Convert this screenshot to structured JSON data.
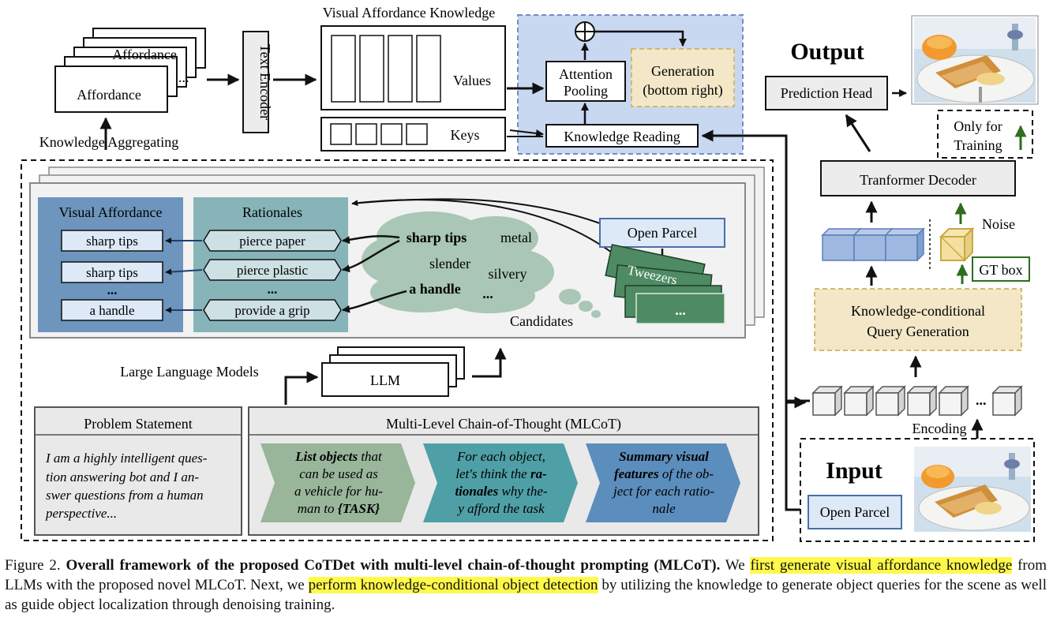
{
  "knowledge": {
    "affordance_card": "Affordance",
    "affordance_card_back": "Affordance",
    "ellipsis": "...",
    "aggregating": "Knowledge Aggregating",
    "text_encoder": "Text Encoder",
    "vak_title": "Visual Affordance Knowledge",
    "values": "Values",
    "keys": "Keys",
    "attention_pooling_1": "Attention",
    "attention_pooling_2": "Pooling",
    "generation_1": "Generation",
    "generation_2": "(bottom right)",
    "knowledge_reading": "Knowledge Reading"
  },
  "lower": {
    "visual_affordance_title": "Visual Affordance",
    "visual_affordance_items": [
      "sharp tips",
      "sharp tips",
      "...",
      "a handle"
    ],
    "rationales_title": "Rationales",
    "rationale_items": [
      "pierce paper",
      "pierce plastic",
      "...",
      "provide a grip"
    ],
    "cloud_words": {
      "sharp_tips": "sharp tips",
      "metal": "metal",
      "slender": "slender",
      "silvery": "silvery",
      "a_handle": "a handle",
      "dots": "..."
    },
    "open_parcel": "Open Parcel",
    "tweezers": "Tweezers",
    "card_dots": "...",
    "candidates": "Candidates",
    "llm_label": "Large Language Models",
    "llm": "LLM",
    "problem_title": "Problem Statement",
    "problem_text": [
      "I am a highly intelligent ques-",
      "tion answering bot and I an-",
      "swer questions from a human",
      "perspective..."
    ],
    "mlcot_title": "Multi-Level Chain-of-Thought (MLCoT)",
    "step1": [
      {
        "parts": [
          {
            "t": "List objects",
            "b": true
          },
          {
            "t": " that",
            "b": false
          }
        ]
      },
      {
        "parts": [
          {
            "t": "can be used as",
            "b": false
          }
        ]
      },
      {
        "parts": [
          {
            "t": "a vehicle for hu-",
            "b": false
          }
        ]
      },
      {
        "parts": [
          {
            "t": "man to ",
            "b": false
          },
          {
            "t": "{TASK}",
            "b": true
          }
        ]
      }
    ],
    "step2": [
      {
        "parts": [
          {
            "t": "For each object,",
            "b": false
          }
        ]
      },
      {
        "parts": [
          {
            "t": "let's think the ",
            "b": false
          },
          {
            "t": "ra-",
            "b": true
          }
        ]
      },
      {
        "parts": [
          {
            "t": "tionales",
            "b": true
          },
          {
            "t": " why the-",
            "b": false
          }
        ]
      },
      {
        "parts": [
          {
            "t": "y afford the task",
            "b": false
          }
        ]
      }
    ],
    "step3": [
      {
        "parts": [
          {
            "t": "Summary visual",
            "b": true
          }
        ]
      },
      {
        "parts": [
          {
            "t": "features",
            "b": true
          },
          {
            "t": " of the ob-",
            "b": false
          }
        ]
      },
      {
        "parts": [
          {
            "t": "ject for each ratio-",
            "b": false
          }
        ]
      },
      {
        "parts": [
          {
            "t": "nale",
            "b": false
          }
        ]
      }
    ]
  },
  "right": {
    "output": "Output",
    "prediction_head": "Prediction Head",
    "only_for_training_1": "Only for",
    "only_for_training_2": "Training",
    "transformer_decoder": "Tranformer Decoder",
    "noise": "Noise",
    "gt_box": "GT box",
    "kcqg_1": "Knowledge-conditional",
    "kcqg_2": "Query Generation",
    "encoding": "Encoding",
    "input": "Input",
    "input_open_parcel": "Open Parcel",
    "enc_dots": "..."
  },
  "caption": {
    "figure_label": "Figure 2. ",
    "bold_title": "Overall framework of the proposed CoTDet with multi-level chain-of-thought prompting (MLCoT).",
    "text_1": " We ",
    "highlight_1": "first generate visual affordance knowledge",
    "text_2": " from LLMs with the proposed novel MLCoT. Next, we ",
    "highlight_2": "perform knowledge-conditional object detection",
    "text_3": " by utilizing the knowledge to generate object queries for the scene as well as guide object localization through denoising training."
  },
  "colors": {
    "blue_panel": "#c8d8f0",
    "visual_aff_bg": "#6d95bd",
    "rationale_bg": "#86b4b8",
    "cloud": "#a9c6b6",
    "candidate_card": "#4e8a63",
    "tan": "#f3e7c7",
    "step1": "#99b59a",
    "step2": "#4f9fa6",
    "step3": "#5b8dbd",
    "green_arrow": "#2d6e1f"
  }
}
